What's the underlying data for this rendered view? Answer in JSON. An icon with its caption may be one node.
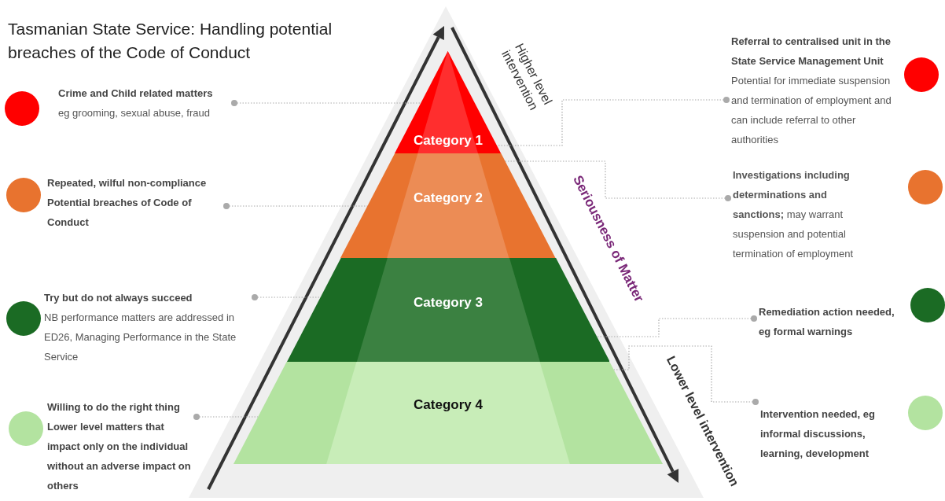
{
  "diagram": {
    "title": "Tasmanian State Service: Handling potential breaches of the Code of Conduct",
    "nodes": [
      {
        "text": [
          "Category 1"
        ]
      },
      {
        "text": [
          "Category 2"
        ]
      },
      {
        "text": [
          "Category 3"
        ]
      },
      {
        "text": [
          "Category 4"
        ]
      },
      {
        "text": [
          "Crime and Child related matters",
          "eg grooming, sexual abuse, fraud"
        ]
      },
      {
        "text": [
          "Repeated, wilful non-compliance",
          "Potential breaches of Code of Conduct"
        ]
      },
      {
        "text": [
          "Try but do not always succeed",
          "NB performance matters are addressed in ED26, Managing Performance in the State Service"
        ]
      },
      {
        "text": [
          "Willing to do the right thing",
          "Lower level matters that impact only on the individual without an adverse impact on others"
        ]
      },
      {
        "text": [
          "Referral to centralised unit in the State Service Management Unit",
          "Potential for immediate suspension and termination of employment and can include referral to other authorities"
        ]
      },
      {
        "text": [
          "**Investigations including determinations and sanctions;** may warrant suspension and potential termination of employment"
        ]
      },
      {
        "text": [
          "Remediation action needed, eg formal warnings"
        ]
      },
      {
        "text": [
          "Intervention needed, eg informal discussions, learning, development"
        ]
      }
    ],
    "edges": [
      {
        "from": 4,
        "to": 0,
        "arrow": "other"
      },
      {
        "from": 5,
        "to": 1,
        "arrow": "other"
      },
      {
        "from": 6,
        "to": 2,
        "arrow": "other"
      },
      {
        "from": 7,
        "to": 3,
        "arrow": "other"
      },
      {
        "from": 8,
        "to": 0,
        "arrow": "other"
      },
      {
        "from": 9,
        "to": 1,
        "arrow": "other"
      },
      {
        "from": 10,
        "to": 2,
        "arrow": "other"
      },
      {
        "from": 11,
        "to": 3,
        "arrow": "other"
      }
    ],
    "labels": [
      "Higher level intervention",
      "Seriousness of Matter",
      "Lower level intervention"
    ]
  }
}
